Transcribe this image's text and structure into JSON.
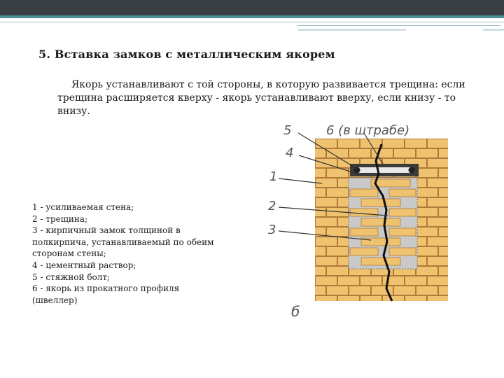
{
  "title": "5. Вставка замков с металлическим якорем",
  "paragraph": {
    "line1": "Якорь устанавливают с той стороны, в которую развивается трещина: если",
    "line2": "трещина расширяется кверху - якорь устанавливают вверху, если книзу - то",
    "line3": "внизу."
  },
  "legend": [
    "1 - усиливаемая стена;",
    "2 - трещина;",
    "3 - кирпичный замок толщиной в",
    "полкирпича, устанавливаемый по обеим",
    "сторонам стены;",
    "4 - цементный раствор;",
    "5 - стяжной болт;",
    "6 - якорь из прокатного профиля",
    "(швеллер)"
  ],
  "diagram": {
    "label_6": "6 (в штрабе)",
    "label_5": "5",
    "label_4": "4",
    "label_1": "1",
    "label_2": "2",
    "label_3": "3",
    "caption": "б"
  },
  "colors": {
    "brick": "#eec26e",
    "mortar": "#b07a3a",
    "topbar": "#3a3f45",
    "accent": "#4f8f98"
  }
}
